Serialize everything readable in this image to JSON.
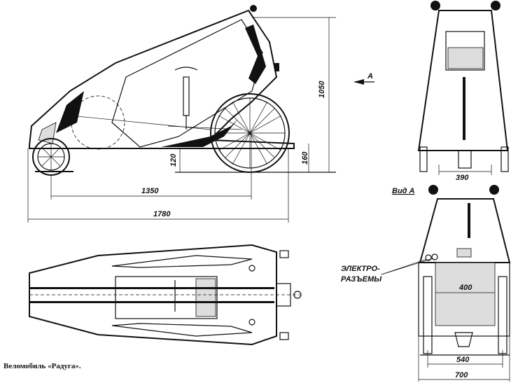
{
  "caption": "Веломобиль «Радуга».",
  "side_view": {
    "height_dim": "1050",
    "ground_clearance_front": "120",
    "ground_clearance_rear": "160",
    "wheelbase": "1350",
    "length": "1780",
    "view_arrow": "А"
  },
  "front_view": {
    "width_dim": "390"
  },
  "rear_view": {
    "title": "Вид А",
    "connectors_label_line1": "ЭЛЕКТРО-",
    "connectors_label_line2": "РАЗЪЕМЫ",
    "inner_width": "400",
    "track": "540",
    "overall_width": "700"
  }
}
